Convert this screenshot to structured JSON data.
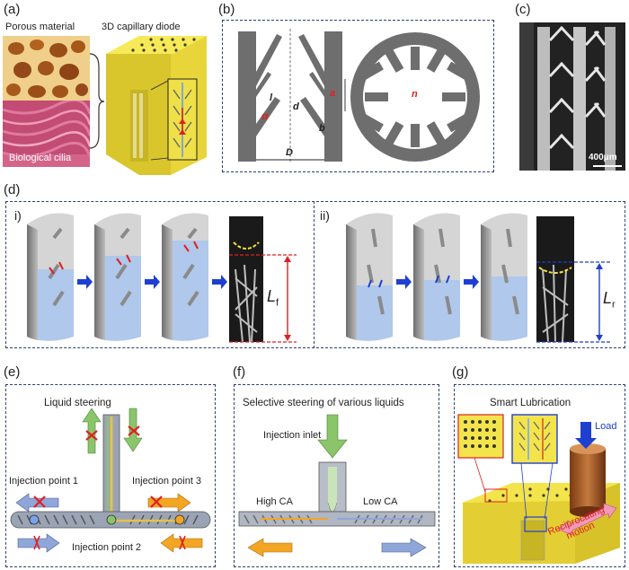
{
  "panels": {
    "a": {
      "label": "(a)",
      "porous_caption": "Porous material",
      "diode_caption": "3D capillary diode",
      "cilia_caption": "Biological cilia"
    },
    "b": {
      "label": "(b)",
      "sym_l": "l",
      "sym_alpha": "α",
      "sym_d": "d",
      "sym_a": "a",
      "sym_b": "b",
      "sym_D": "D",
      "sym_n": "n"
    },
    "c": {
      "label": "(c)",
      "scale_bar": "400μm"
    },
    "d": {
      "label": "(d)",
      "sub_i": "i)",
      "sub_ii": "ii)",
      "Lf_main": "L",
      "Lf_sub": "f",
      "Lr_main": "L",
      "Lr_sub": "r"
    },
    "e": {
      "label": "(e)",
      "title": "Liquid steering",
      "point1": "Injection point 1",
      "point2": "Injection point 2",
      "point3": "Injection point 3"
    },
    "f": {
      "label": "(f)",
      "title": "Selective steering of various liquids",
      "inlet": "Injection inlet",
      "high_ca": "High CA",
      "low_ca": "Low CA"
    },
    "g": {
      "label": "(g)",
      "title": "Smart Lubrication",
      "load": "Load",
      "motion_1": "Reciprocating",
      "motion_2": "motion"
    }
  },
  "colors": {
    "frame": "#2c3e6b",
    "yellow": "#f2df3a",
    "red": "#e02020",
    "blue": "#1f3fd1",
    "green": "#8bc56a",
    "orange": "#f2a623",
    "lightblue": "#8fa6d9"
  }
}
